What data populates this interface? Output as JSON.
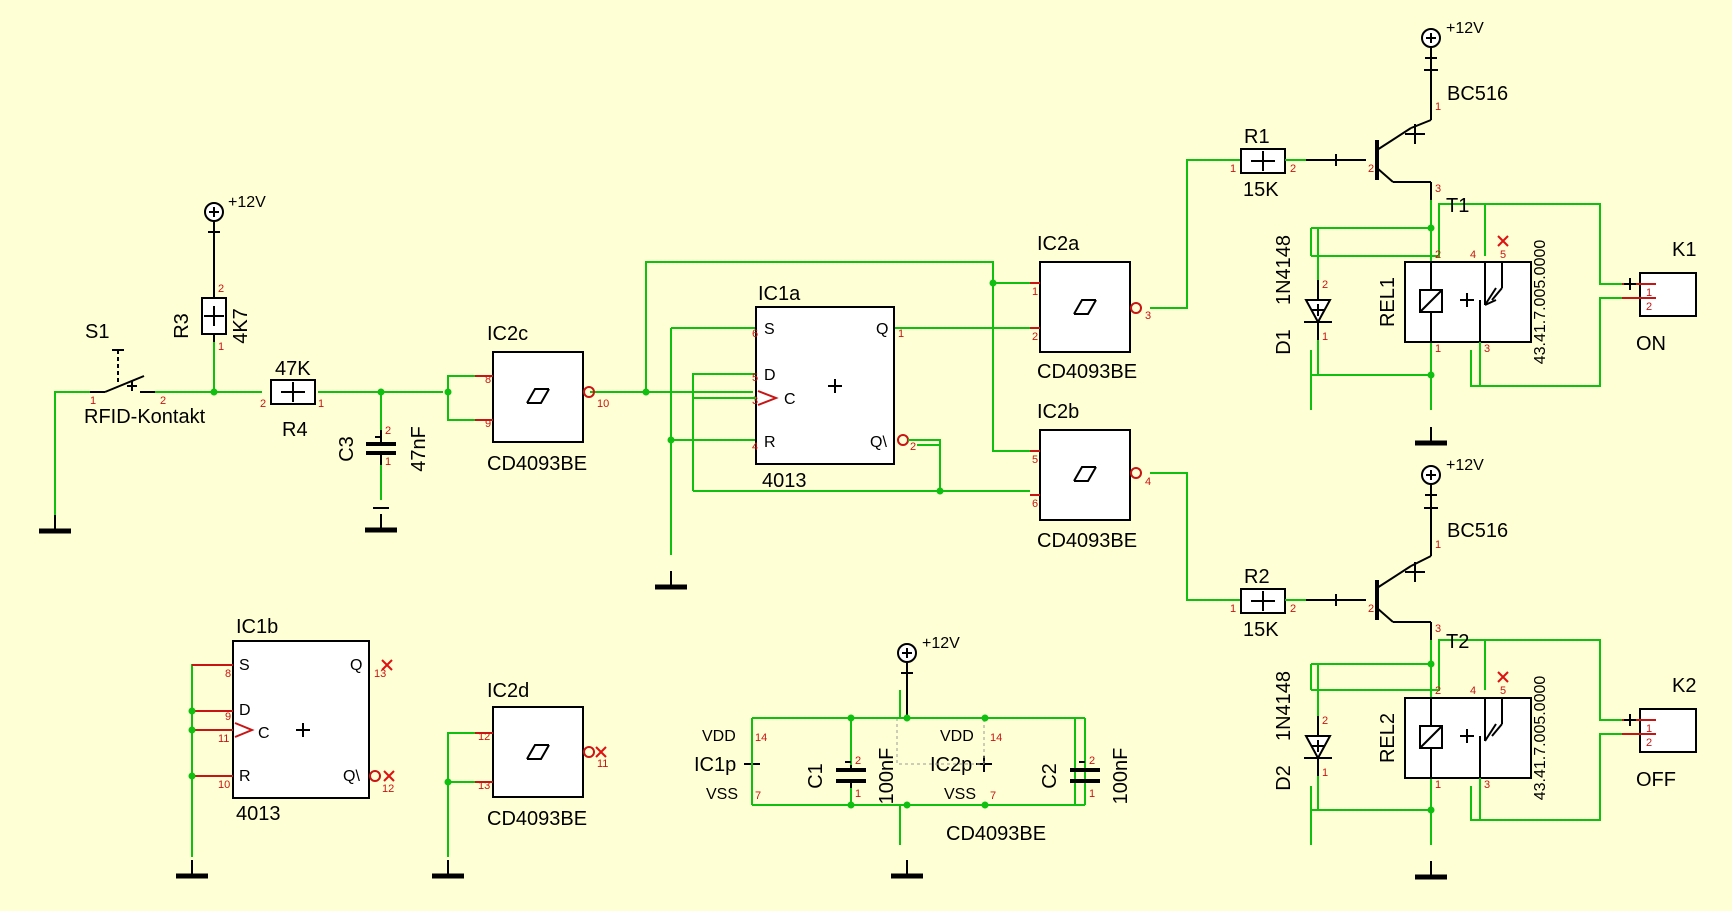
{
  "supply_label": "+12V",
  "switch": {
    "ref": "S1",
    "name": "RFID-Kontakt"
  },
  "resistors": {
    "r3": {
      "ref": "R3",
      "value": "4K7"
    },
    "r4": {
      "ref": "R4",
      "value": "47K"
    },
    "r1": {
      "ref": "R1",
      "value": "15K"
    },
    "r2": {
      "ref": "R2",
      "value": "15K"
    }
  },
  "capacitors": {
    "c3": {
      "ref": "C3",
      "value": "47nF"
    },
    "c1": {
      "ref": "C1",
      "value": "100nF"
    },
    "c2": {
      "ref": "C2",
      "value": "100nF"
    }
  },
  "gates": {
    "ic2a": {
      "ref": "IC2a",
      "part": "CD4093BE"
    },
    "ic2b": {
      "ref": "IC2b",
      "part": "CD4093BE"
    },
    "ic2c": {
      "ref": "IC2c",
      "part": "CD4093BE"
    },
    "ic2d": {
      "ref": "IC2d",
      "part": "CD4093BE"
    }
  },
  "flipflops": {
    "ic1a": {
      "ref": "IC1a",
      "part": "4013"
    },
    "ic1b": {
      "ref": "IC1b",
      "part": "4013"
    },
    "pins": {
      "s": "S",
      "d": "D",
      "c": "C",
      "r": "R",
      "q": "Q",
      "qn": "Q\\"
    }
  },
  "power": {
    "ic1p": "IC1p",
    "ic2p": "IC2p",
    "vdd": "VDD",
    "vss": "VSS",
    "part": "CD4093BE"
  },
  "transistors": {
    "t1": {
      "ref": "T1",
      "part": "BC516"
    },
    "t2": {
      "ref": "T2",
      "part": "BC516"
    }
  },
  "diodes": {
    "d1": {
      "ref": "D1",
      "part": "1N4148"
    },
    "d2": {
      "ref": "D2",
      "part": "1N4148"
    }
  },
  "relays": {
    "rel1": {
      "ref": "REL1",
      "part": "43.41.7.005.0000"
    },
    "rel2": {
      "ref": "REL2",
      "part": "43.41.7.005.0000"
    }
  },
  "connectors": {
    "k1": {
      "ref": "K1",
      "label": "ON"
    },
    "k2": {
      "ref": "K2",
      "label": "OFF"
    }
  },
  "colors": {
    "wire": "#10c010",
    "pin": "#c81414",
    "background": "#ffffd5"
  }
}
